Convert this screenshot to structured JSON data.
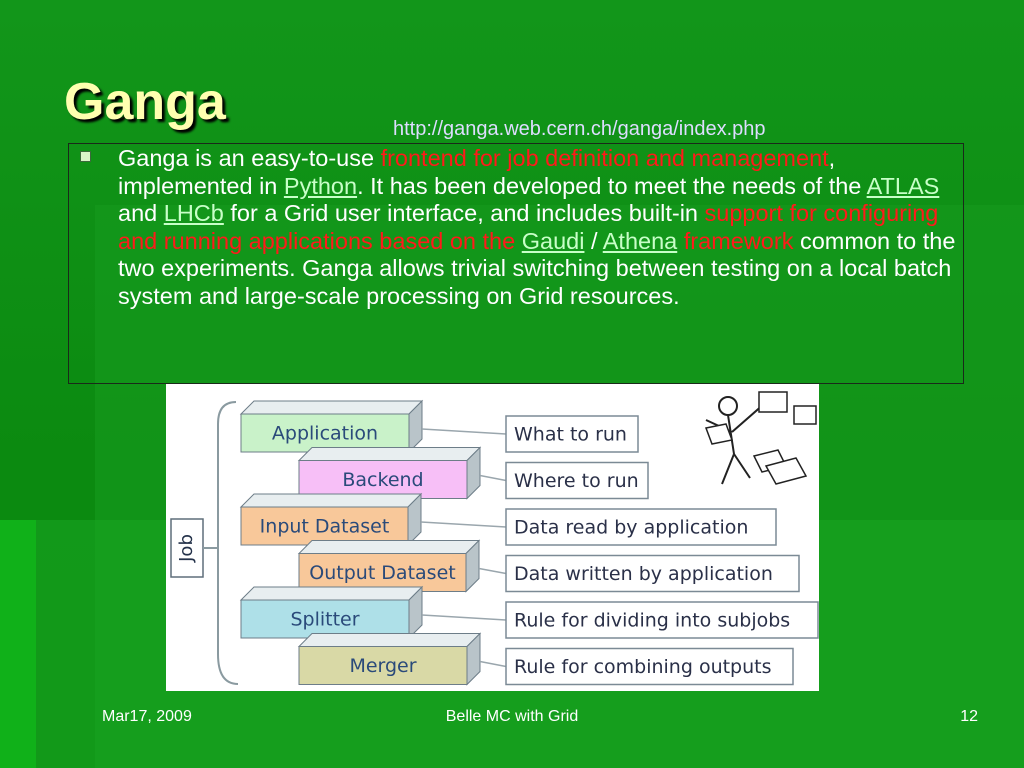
{
  "slide": {
    "title": "Ganga",
    "url": "http://ganga.web.cern.ch/ganga/index.php",
    "para": [
      {
        "t": "Ganga is an easy-to-use ",
        "k": "n"
      },
      {
        "t": "frontend for job definition and management",
        "k": "h"
      },
      {
        "t": ", implemented in ",
        "k": "n"
      },
      {
        "t": "Python",
        "k": "l"
      },
      {
        "t": ". It has been developed to meet the needs of the ",
        "k": "n"
      },
      {
        "t": "ATLAS",
        "k": "l"
      },
      {
        "t": " and ",
        "k": "n"
      },
      {
        "t": "LHCb",
        "k": "l"
      },
      {
        "t": " for a Grid user interface, and includes built-in ",
        "k": "n"
      },
      {
        "t": "support for configuring and running applications based on the ",
        "k": "h"
      },
      {
        "t": "Gaudi",
        "k": "l"
      },
      {
        "t": " / ",
        "k": "n"
      },
      {
        "t": "Athena",
        "k": "l"
      },
      {
        "t": " framework",
        "k": "h"
      },
      {
        "t": " common to the two experiments. Ganga allows trivial switching between testing on a local batch system and large-scale processing on Grid resources.",
        "k": "n"
      }
    ]
  },
  "diagram": {
    "job_label": "Job",
    "components": [
      {
        "name": "Application",
        "desc": "What to run",
        "fill": "#c9f2c9"
      },
      {
        "name": "Backend",
        "desc": "Where to run",
        "fill": "#f7bff7"
      },
      {
        "name": "Input Dataset",
        "desc": "Data read by application",
        "fill": "#f8c89a"
      },
      {
        "name": "Output Dataset",
        "desc": "Data written by application",
        "fill": "#f8c89a"
      },
      {
        "name": "Splitter",
        "desc": "Rule for dividing into subjobs",
        "fill": "#aee0e8"
      },
      {
        "name": "Merger",
        "desc": "Rule for combining outputs",
        "fill": "#d9d9a6"
      }
    ]
  },
  "footer": {
    "date": "Mar17, 2009",
    "center": "Belle MC with Grid",
    "page": "12"
  }
}
